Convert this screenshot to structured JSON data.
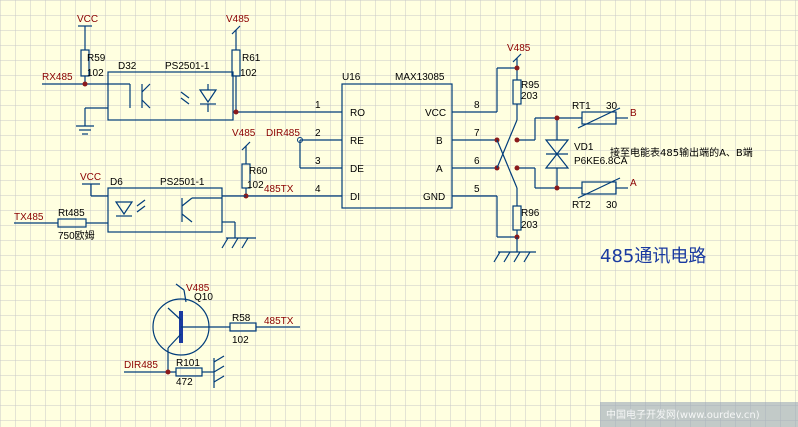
{
  "title": "485通讯电路",
  "note": "接至电能表485输出端的A、B端",
  "watermark": "中国电子开发网(www.ourdev.cn)",
  "colors": {
    "background": "#ffffe0",
    "grid": "#c8c8c8",
    "wire": "#003c7a",
    "title": "#1a3aa0",
    "junction": "#8b1a1a"
  },
  "ic": {
    "ref": "U16",
    "part": "MAX13085",
    "left_pins": [
      {
        "name": "RO",
        "num": "1"
      },
      {
        "name": "RE",
        "num": "2"
      },
      {
        "name": "DE",
        "num": "3"
      },
      {
        "name": "DI",
        "num": "4"
      }
    ],
    "right_pins": [
      {
        "name": "VCC",
        "num": "8"
      },
      {
        "name": "B",
        "num": "7"
      },
      {
        "name": "A",
        "num": "6"
      },
      {
        "name": "GND",
        "num": "5"
      }
    ]
  },
  "components": {
    "r59": {
      "ref": "R59",
      "value": "102"
    },
    "r61": {
      "ref": "R61",
      "value": "102"
    },
    "r60": {
      "ref": "R60",
      "value": "102"
    },
    "r95": {
      "ref": "R95",
      "value": "203"
    },
    "r96": {
      "ref": "R96",
      "value": "203"
    },
    "rt485": {
      "ref": "Rt485",
      "value": "750欧姆"
    },
    "r58": {
      "ref": "R58",
      "value": "102"
    },
    "r101": {
      "ref": "R101",
      "value": "472"
    },
    "rt1": {
      "ref": "RT1",
      "value": "30"
    },
    "rt2": {
      "ref": "RT2",
      "value": "30"
    },
    "tvs": {
      "ref": "VD1",
      "value": "P6KE6.8CA"
    },
    "d32": {
      "ref": "D32",
      "part": "PS2501-1"
    },
    "d6": {
      "ref": "D6",
      "part": "PS2501-1"
    },
    "q10": {
      "ref": "Q10"
    }
  },
  "nets": {
    "vcc": "VCC",
    "v485": "V485",
    "rx485": "RX485",
    "tx485": "TX485",
    "dir485": "DIR485",
    "tx485_out": "485TX",
    "a": "A",
    "b": "B"
  }
}
